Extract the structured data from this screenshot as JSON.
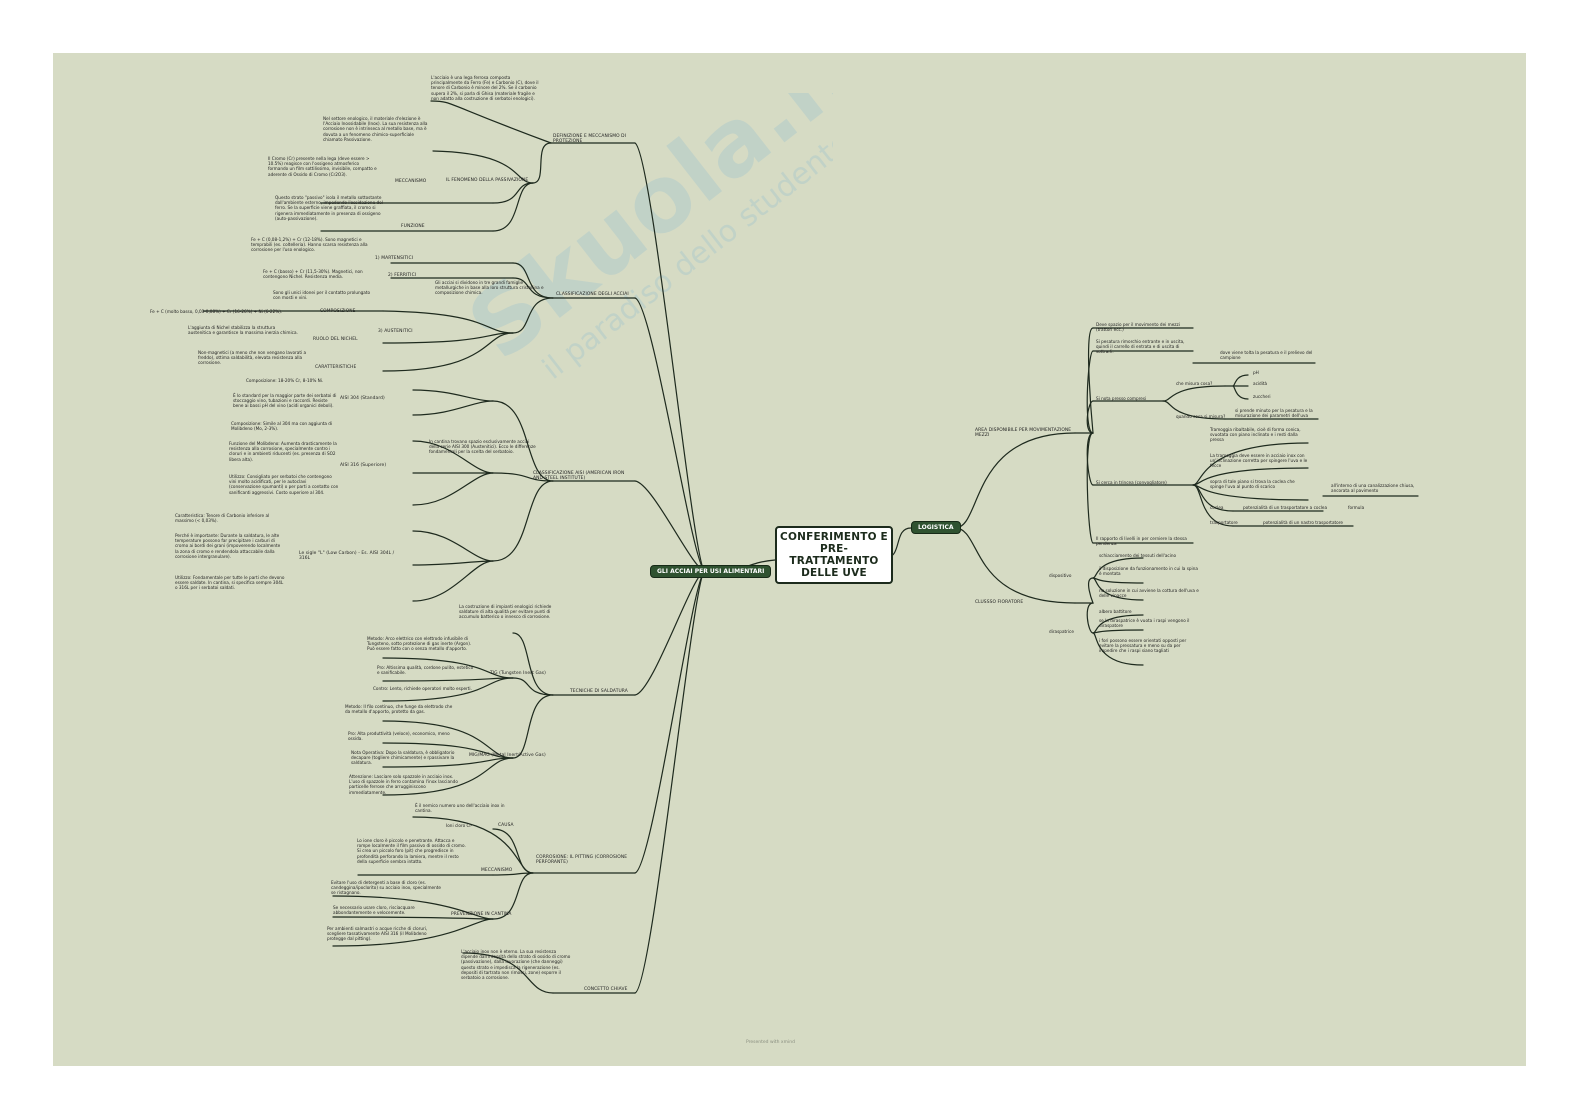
{
  "watermark": {
    "brand": "Skuola.net",
    "tagline": "il paradiso dello studente"
  },
  "central_topic": "CONFERIMENTO E PRE-TRATTAMENTO DELLE UVE",
  "branches": {
    "acciai": {
      "title": "GLI ACCIAI PER USI ALIMENTARI",
      "definizione": {
        "label": "DEFINIZIONE E MECCANISMO DI PROTEZIONE",
        "text": "L'acciaio è una lega ferrosa composta principalmente da Ferro (Fe) e Carbonio (C), dove il tenore di Carbonio è minore del 2%. Se il carbonio supera il 2%, si parla di Ghisa (materiale fragile e non adatto alla costruzione di serbatoi enologici).",
        "passivazione_label": "IL FENOMENO DELLA PASSIVAZIONE",
        "passivazione_text": "Nel settore enologico, il materiale d'elezione è l'Acciaio Inossidabile (Inox). La sua resistenza alla corrosione non è intrinseca al metallo base, ma è dovuta a un fenomeno chimico-superficiale chiamato Passivazione.",
        "meccanismo_label": "MECCANISMO",
        "meccanismo_text": "Il Cromo (Cr) presente nella lega (deve essere > 10.5%) reagisce con l'ossigeno atmosferico formando un film sottilissimo, invisibile, compatto e aderente di Ossido di Cromo (Cr2O3).",
        "funzione_label": "FUNZIONE",
        "funzione_text": "Questo strato \"passivo\" isola il metallo sottostante dall'ambiente esterno, impedendo l'ossidazione del ferro. Se la superficie viene graffiata, il cromo si rigenera immediatamente in presenza di ossigeno (auto-passivazione)."
      },
      "classificazione": {
        "label": "CLASSIFICAZIONE DEGLI ACCIAI",
        "text": "Gli acciai si dividono in tre grandi famiglie metallurgiche in base alla loro struttura cristallina e composizione chimica.",
        "martensitici_label": "1) MARTENSITICI",
        "martensitici_text": "Fe + C (0,08-1,2%) + Cr (12-18%). Sono magnetici e temprabili (es. coltelleria). Hanno scarsa resistenza alla corrosione per l'uso enologico.",
        "ferritici_label": "2) FERRITICI",
        "ferritici_text": "Fe + C (basso) + Cr (11,5-30%). Magnetici, non contengono Nichel. Resistenza media.",
        "austenitici_label": "3) AUSTENITICI",
        "austenitici_text": "Sono gli unici idonei per il contatto prolungato con mosti e vini.",
        "composizione_label": "COMPOSIZIONE",
        "composizione_text": "Fe + C (molto basso, 0,03-0,08%) + Cr (16-26%) + Ni (6-22%).",
        "nichel_label": "RUOLO DEL NICHEL",
        "nichel_text": "L'aggiunta di Nichel stabilizza la struttura austenitica e garantisce la massima inerzia chimica.",
        "caratteristiche_label": "CARATTERISTICHE",
        "caratteristiche_text": "Non-magnetici (a meno che non vengano lavorati a freddo), ottima saldabilità, elevata resistenza alla corrosione."
      },
      "aisi": {
        "label": "CLASSIFICAZIONE AISI (AMERICAN IRON AND STEEL INSTITUTE)",
        "text": "In cantina trovano spazio esclusivamente acciai della serie AISI 300 (Austenitici). Ecco le differenze fondamentali per la scelta del serbatoio.",
        "aisi304_label": "AISI 304 (Standard)",
        "aisi304_a": "Composizione: 18-20% Cr, 8-10% Ni.",
        "aisi304_b": "È lo standard per la maggior parte dei serbatoi di stoccaggio vino, tubazioni e raccordi. Resiste bene ai bassi pH del vino (acidi organici deboli).",
        "aisi316_label": "AISI 316 (Superiore)",
        "aisi316_a": "Composizione: Simile al 304 ma con aggiunta di Molibdeno (Mo, 2-3%).",
        "aisi316_b": "Funzione del Molibdeno: Aumenta drasticamente la resistenza alla corrosione, specialmente contro i cloruri e in ambienti riducenti (es. presenza di SO2 libera alta).",
        "aisi316_c": "Utilizzo: Consigliato per serbatoi che contengono vini molto acidificati, per le autoclavi (conservazione spumanti) o per parti a contatto con sanificanti aggressivi. Costo superiore al 304.",
        "lowcarbon_label": "Le sigle \"L\" (Low Carbon) - Es. AISI 304L / 316L",
        "lowcarbon_a": "Caratteristica: Tenore di Carbonio inferiore al massimo (< 0,03%).",
        "lowcarbon_b": "Perché è importante: Durante la saldatura, le alte temperature possono far precipitare i carburi di cromo ai bordi dei grani (impoverendo localmente la zona di cromo e rendendola attaccabile dalla corrosione intergranulare).",
        "lowcarbon_c": "Utilizzo: Fondamentale per tutte le parti che devono essere saldate. In cantina, si specifica sempre 304L o 316L per i serbatoi saldati."
      },
      "saldatura": {
        "label": "TECNICHE DI SALDATURA",
        "text": "La costruzione di impianti enologici richiede saldature di alta qualità per evitare punti di accumulo batterico o innesco di corrosione.",
        "tig_label": "TIG (Tungsten Inert Gas)",
        "tig_a": "Metodo: Arco elettrico con elettrodo infusibile di Tungsteno, sotto protezione di gas inerte (Argon). Può essere fatto con o senza metallo d'apporto.",
        "tig_b": "Pro: Altissima qualità, cordone pulito, estetico e sanificabile.",
        "tig_c": "Contro: Lento, richiede operatori molto esperti.",
        "mig_label": "MIG/MAG (Metal Inert/Active Gas)",
        "mig_a": "Metodo: Il filo continuo, che funge da elettrodo che da metallo d'apporto, protetto da gas.",
        "mig_b": "Pro: Alta produttività (veloce), economico, meno ossida.",
        "mig_c": "Nota Operativa: Dopo la saldatura, è obbligatorio decapare (togliere chimicamente) e rpassivare la saldatura.",
        "mig_d": "Attenzione: Lasciare solo spazzole in acciaio inox. L'uso di spazzole in ferro contamina l'inox lasciando particelle ferrose che arrugginiscono immediatamente."
      },
      "corrosione": {
        "label": "CORROSIONE: IL PITTING (CORROSIONE PERFORANTE)",
        "text": "È il nemico numero uno dell'acciaio inox in cantina.",
        "causa_label": "CAUSA",
        "causa_text": "Ioni cloro Cl-",
        "meccanismo_label": "MECCANISMO",
        "meccanismo_text": "Lo ione cloro è piccolo e penetrante. Attacca e rompe localmente il film passivo di ossido di cromo. Si crea un piccolo foro (pit) che progredisce in profondità perforando la lamiera, mentre il resto della superficie sembra intatto.",
        "prevenzione_label": "PREVENZIONE IN CANTINA",
        "prevenzione_a": "Evitare l'uso di detergenti a base di cloro (es. candeggina/ipoclorito) su acciaio inox, specialmente se ristagnano.",
        "prevenzione_b": "Se necessario usare cloro, risciacquare abbondantemente e velocemente.",
        "prevenzione_c": "Per ambienti salmastri o acque ricche di cloruri, scegliere tassativamente AISI 316 (il Molibdeno protegge dal pitting)."
      },
      "concetto": {
        "label": "CONCETTO CHIAVE",
        "text": "L'acciaio inox non è eterno. La sua resistenza dipende dall'integrità dello strato di ossido di cromo (passivazione), dalla lavorazione (che danneggi) questo strato e impedisca la rigenerazione (es. depositi di tartrato non rimossi, zone) esporre il serbatoio a corrosione."
      }
    },
    "logistica": {
      "title": "LOGISTICA",
      "area": {
        "label": "AREA DISPONIBILE PER MOVIMENTAZIONE MEZZI",
        "items": [
          "Deve spazio per il movimento dei mezzi (trattori ecc.)",
          "Si pesatura rimorchio entrante e in uscita, quindi il carrello di entrata e di uscita di sottrarli.",
          "Si nota presso compresi",
          "Si cerca in trincea (convogliatore)",
          "Il rapporto di livelli in per cerniere la stessa pendenza"
        ],
        "peso_text": "dove viene tolta la pesatura e il prelievo del campione",
        "misura_label": "che misura cosa?",
        "misura_items": [
          "pH",
          "acidità",
          "zuccheri"
        ],
        "quando_label": "quando cosa si misura?",
        "quando_text": "si prende minuto per la pesatura e la misurazione dei parametri dell'uva",
        "trincea_items": [
          "Tramoggia ribaltabile, cioè di forma conica, svuotata con piano inclinato e i resti dalla pressa",
          "La tramoggia deve essere in acciaio inox con un'inclinazione corretta per spingere l'uva e le fecce",
          "sopra di tale piano si trova la coclea che spinge l'uva al punto di scarico"
        ],
        "coclea_label": "coclea",
        "coclea_text": "potenzialità di un trasportatore a coclea",
        "nastro_text": "all'interno di una canalizzazione chiusa, ancorata al pavimento",
        "formula_label": "formula",
        "trasportatore_label": "trasportatore",
        "trasportatore_text": "potenzialità di un nastro trasportatore"
      },
      "flusso": {
        "label": "CLUSSSO FIORATORE",
        "dispositivo_label": "dispositivo",
        "dispositivo_items": [
          "schiacciamento dei tessuti dell'acino",
          "il disposizione da funzionamento in cui la spina è montata",
          "no soluzione in cui avviene la cottura dell'uva e delle vinacce"
        ],
        "diraspatrice_label": "diraspatrice",
        "diraspatrice_items": [
          "albero battitore",
          "se la diraspatrice è vuota i raspi vengono il diraspatore",
          "i fori possono essere orientati opposti per evitare la pressatura e meno su da per impedire che i raspi siano tagliati"
        ]
      }
    }
  },
  "footer": "Presented with xmind"
}
